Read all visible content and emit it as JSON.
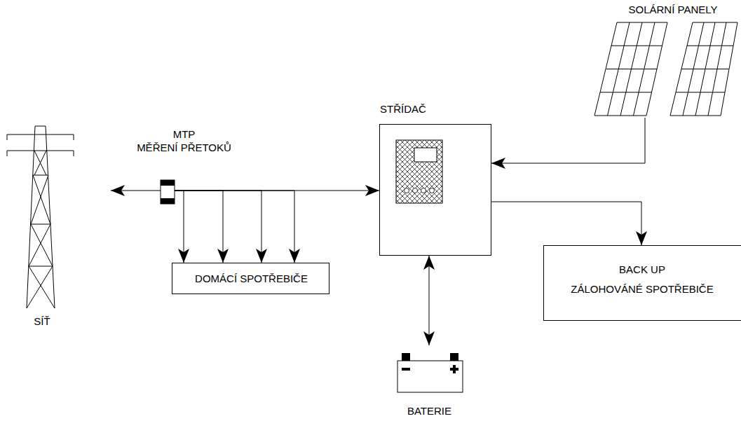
{
  "diagram": {
    "nodes": [
      {
        "text": [
          "SÍŤ"
        ]
      },
      {
        "text": [
          "MTP",
          "MĚŘENÍ PŘETOKŮ"
        ]
      },
      {
        "text": [
          "DOMÁCÍ SPOTŘEBIČE"
        ]
      },
      {
        "text": [
          "STŘÍDAČ"
        ]
      },
      {
        "text": [
          "BATERIE"
        ]
      },
      {
        "text": [
          "SOLÁRNÍ PANELY"
        ]
      },
      {
        "text": [
          "BACK UP",
          "ZÁLOHOVÁNÉ SPOTŘEBIČE"
        ]
      }
    ],
    "edges": [
      {
        "from": 1,
        "to": 0,
        "arrow": "to"
      },
      {
        "from": 1,
        "to": 3,
        "arrow": "to"
      },
      {
        "from": 1,
        "to": 2,
        "arrow": "to"
      },
      {
        "from": 1,
        "to": 2,
        "arrow": "to"
      },
      {
        "from": 1,
        "to": 2,
        "arrow": "to"
      },
      {
        "from": 1,
        "to": 2,
        "arrow": "to"
      },
      {
        "from": 5,
        "to": 3,
        "arrow": "to"
      },
      {
        "from": 3,
        "to": 6,
        "arrow": "to"
      },
      {
        "from": 3,
        "to": 4,
        "arrow": "both"
      }
    ]
  }
}
